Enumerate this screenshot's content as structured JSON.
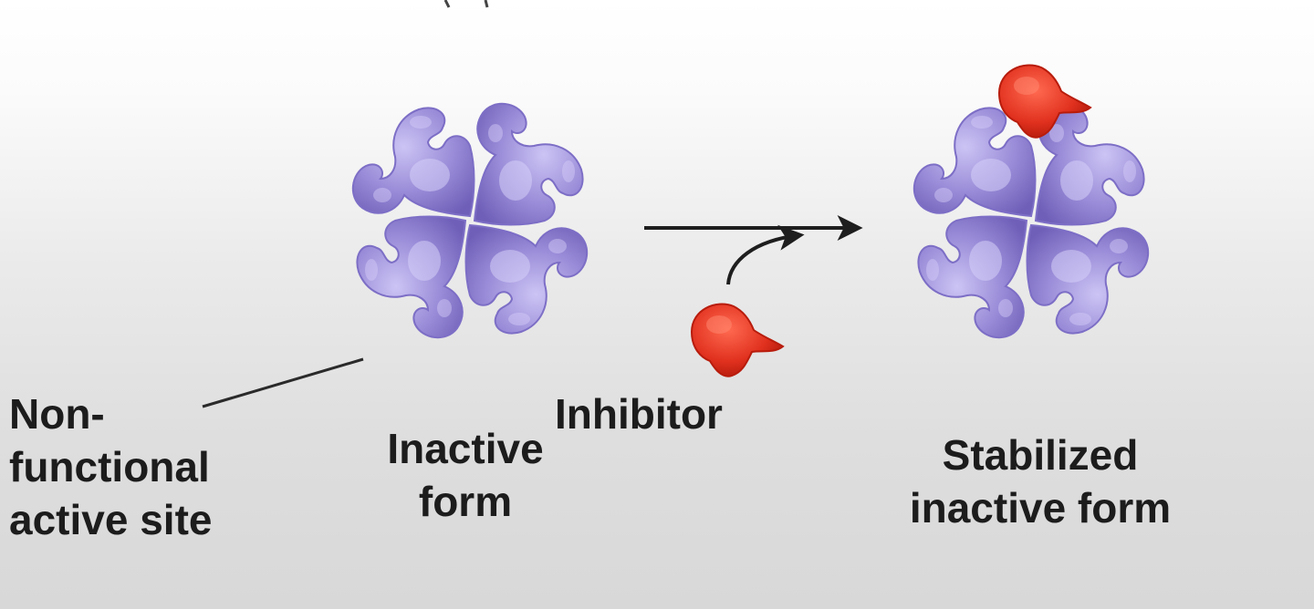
{
  "diagram": {
    "labels": {
      "site": [
        "Non-",
        "functional",
        "active site"
      ],
      "inactive": [
        "Inactive",
        "form"
      ],
      "inhibitor": "Inhibitor",
      "stabilized": [
        "Stabilized",
        "inactive form"
      ]
    },
    "colors": {
      "subunit_light": "#ccc4f4",
      "subunit_main": "#9a8cd8",
      "subunit_dark": "#6f5fb8",
      "inhibitor_light": "#ff6a50",
      "inhibitor_main": "#e0301e",
      "inhibitor_dark": "#a81608",
      "arrow": "#1e1e1e"
    }
  }
}
